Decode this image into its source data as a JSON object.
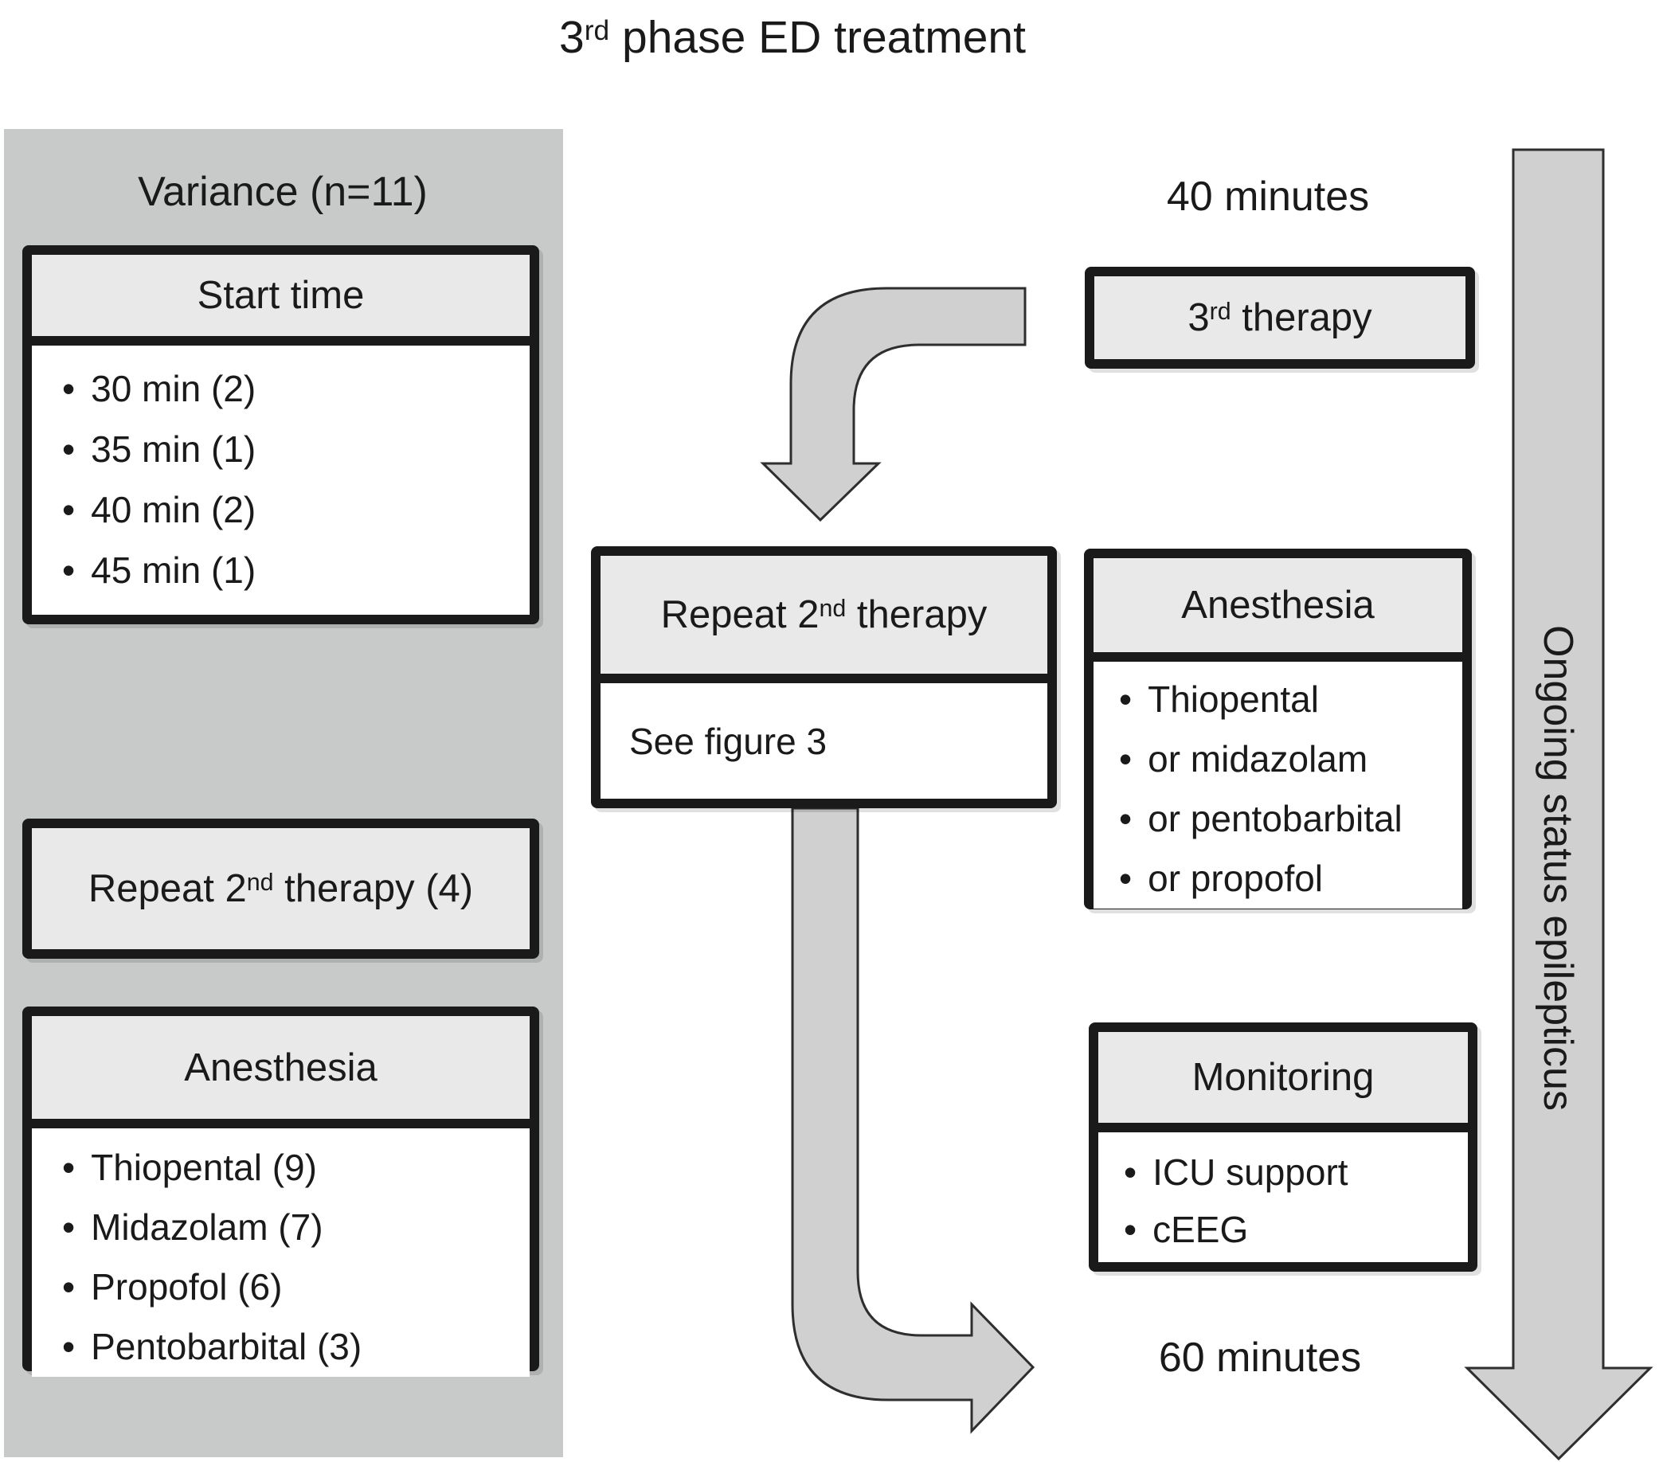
{
  "colors": {
    "page_bg": "#ffffff",
    "panel_bg": "#c8cac9",
    "box_header_bg": "#e8e9e8",
    "box_body_bg": "#ffffff",
    "box_border": "#1a1a1a",
    "arrow_fill": "#cfd0cf",
    "arrow_stroke": "#2e2e2e",
    "text": "#1a1a1a"
  },
  "bullet_glyph": "•",
  "title": {
    "prefix": "3",
    "sup": "rd",
    "rest": " phase ED treatment"
  },
  "left_panel": {
    "title": "Variance (n=11)",
    "start_time_box": {
      "header": "Start time",
      "items": [
        "30 min (2)",
        "35 min (1)",
        "40 min (2)",
        "45 min (1)"
      ]
    },
    "repeat_box": {
      "prefix": "Repeat 2",
      "sup": "nd",
      "rest": " therapy (4)"
    },
    "anesthesia_box": {
      "header": "Anesthesia",
      "items": [
        "Thiopental (9)",
        "Midazolam (7)",
        "Propofol (6)",
        "Pentobarbital (3)"
      ]
    }
  },
  "middle": {
    "repeat_box": {
      "header_prefix": "Repeat 2",
      "header_sup": "nd",
      "header_rest": " therapy",
      "body": "See figure 3"
    }
  },
  "right": {
    "time_top": "40 minutes",
    "third_therapy_box": {
      "prefix": "3",
      "sup": "rd",
      "rest": " therapy"
    },
    "anesthesia_box": {
      "header": "Anesthesia",
      "items": [
        "Thiopental",
        "or midazolam",
        "or pentobarbital",
        "or propofol"
      ]
    },
    "monitoring_box": {
      "header": "Monitoring",
      "items": [
        "ICU support",
        "cEEG"
      ]
    },
    "time_bottom": "60 minutes"
  },
  "ongoing_arrow": {
    "label": "Ongoing status epilepticus"
  }
}
